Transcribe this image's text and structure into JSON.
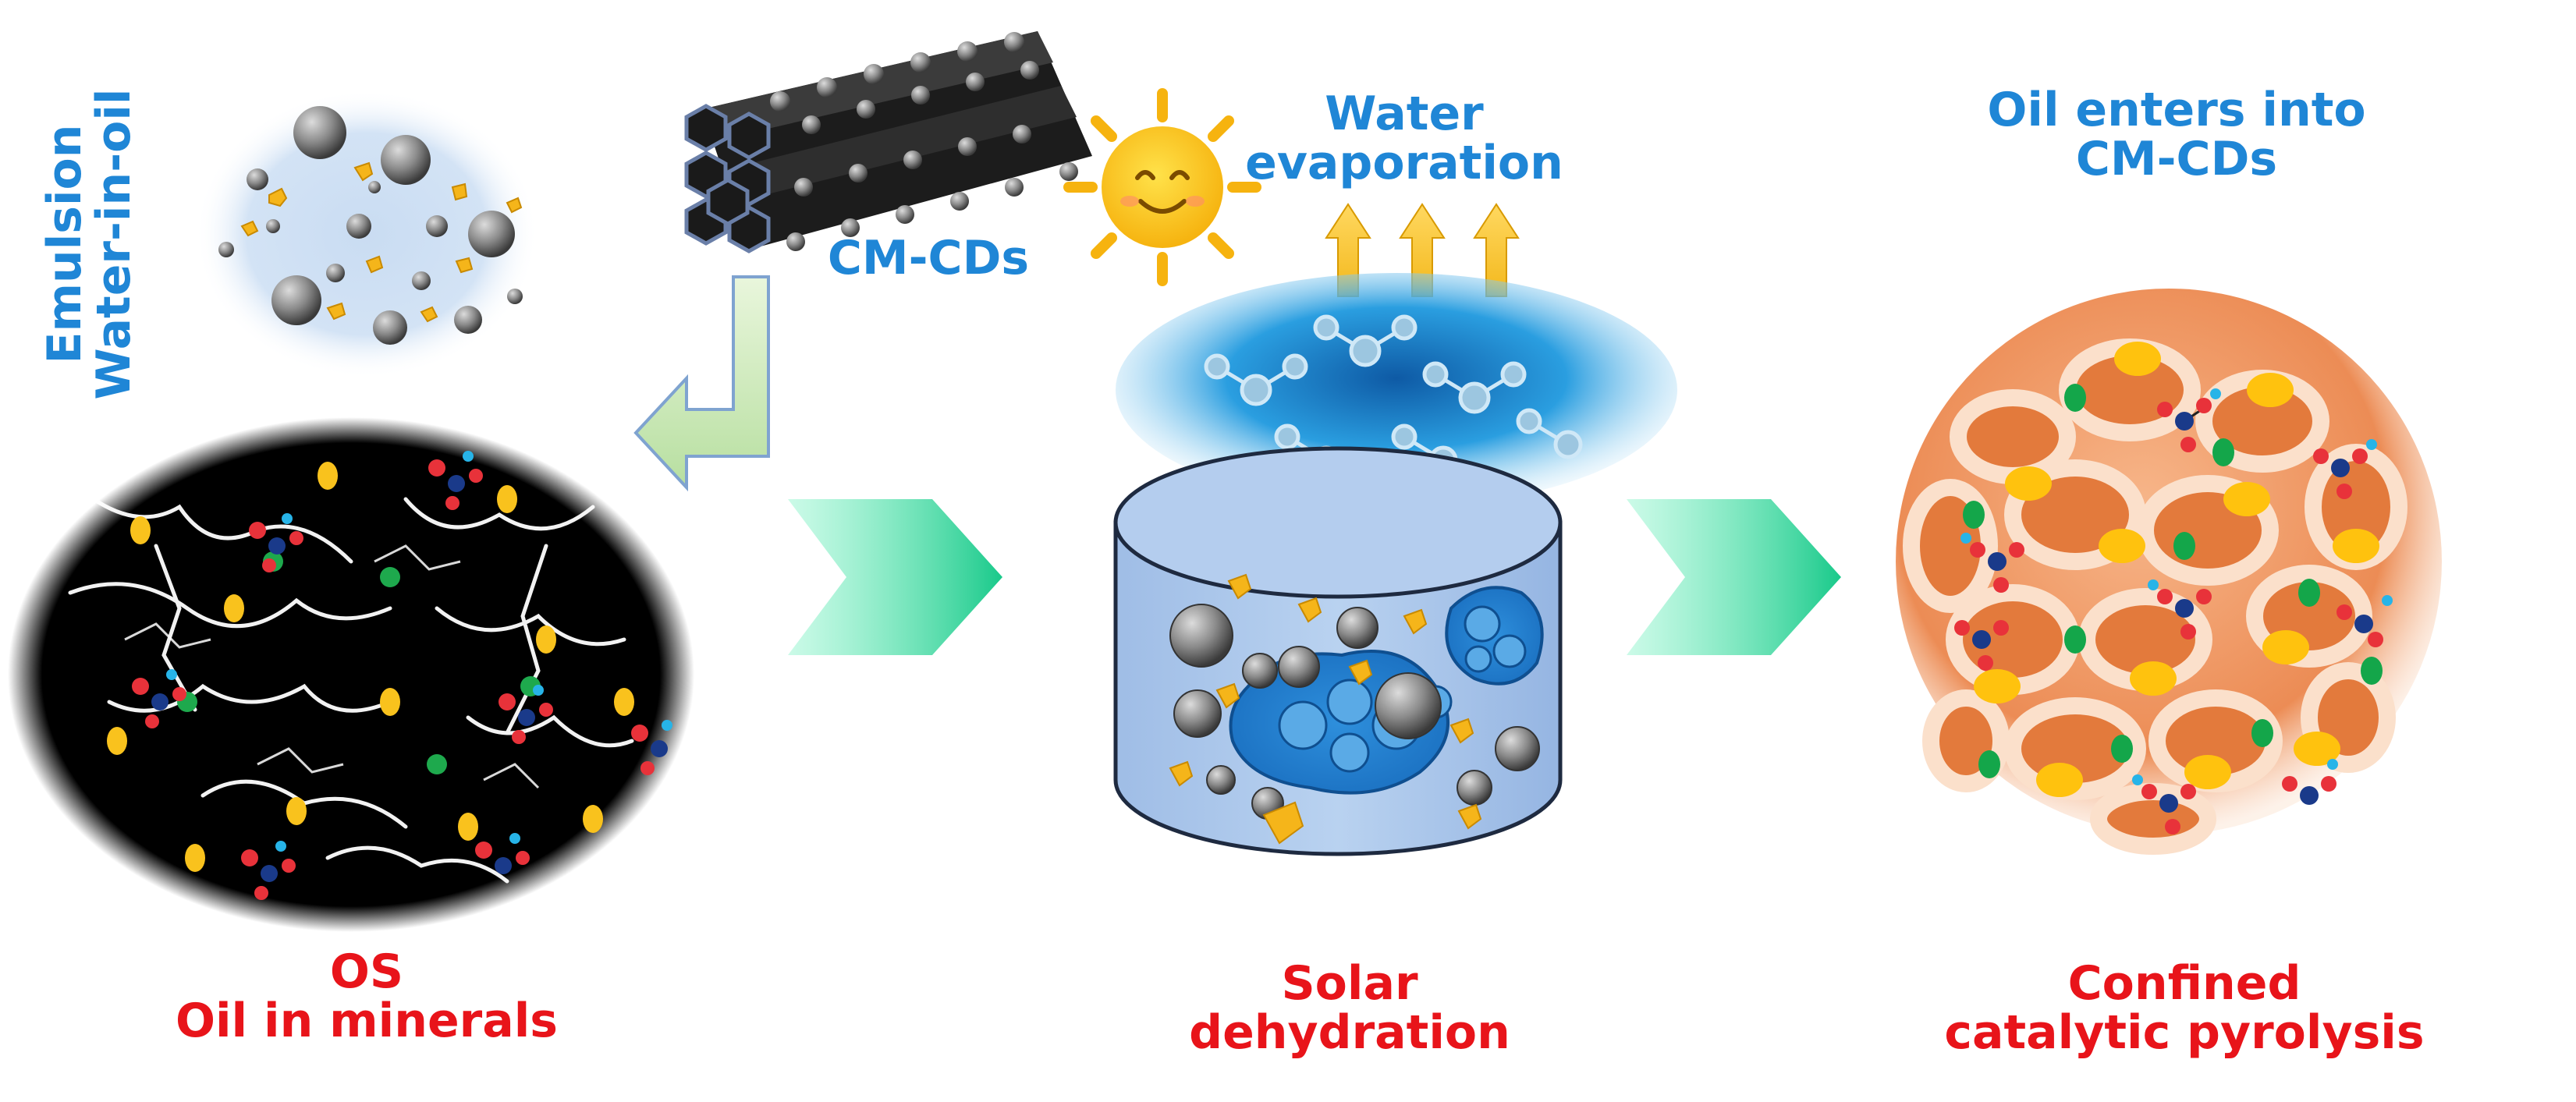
{
  "labels": {
    "emulsion_line1": "Emulsion",
    "emulsion_line2": "Water-in-oil",
    "cmcds": "CM-CDs",
    "water_evap_line1": "Water",
    "water_evap_line2": "evaporation",
    "oil_enters_line1": "Oil enters into",
    "oil_enters_line2": "CM-CDs",
    "os_line1": "OS",
    "os_line2": "Oil in minerals",
    "solar_line1": "Solar",
    "solar_line2": "dehydration",
    "confined_line1": "Confined",
    "confined_line2": "catalytic pyrolysis"
  },
  "colors": {
    "label_red": "#e8141a",
    "label_blue": "#1f86d6",
    "arrow_green": "#2fd69a",
    "tube_dark": "#1c1c1c",
    "sphere_orange": "#f2a06a"
  }
}
